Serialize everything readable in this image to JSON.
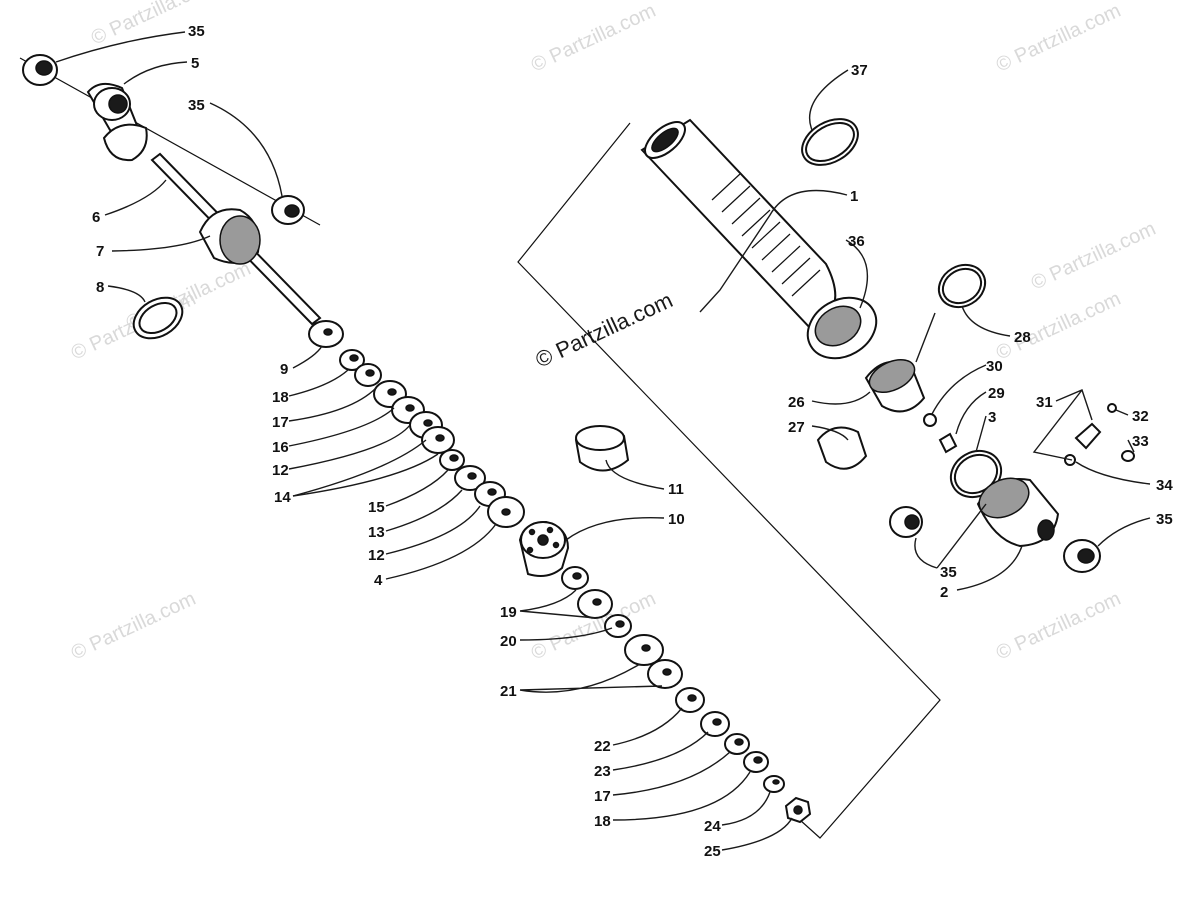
{
  "watermarks": [
    "© Partzilla.com",
    "© Partzilla.com",
    "© Partzilla.com",
    "© Partzilla.com",
    "© Partzilla.com",
    "© Partzilla.com",
    "© Partzilla.com",
    "© Partzilla.com",
    "© Partzilla.com",
    "© Partzilla.com"
  ],
  "center_watermark": "© Partzilla.com",
  "callouts": [
    "35",
    "5",
    "35",
    "6",
    "7",
    "8",
    "9",
    "18",
    "17",
    "16",
    "12",
    "14",
    "15",
    "13",
    "12",
    "4",
    "37",
    "1",
    "36",
    "11",
    "10",
    "28",
    "30",
    "26",
    "29",
    "27",
    "3",
    "31",
    "32",
    "33",
    "34",
    "35",
    "35",
    "2",
    "19",
    "20",
    "21",
    "22",
    "23",
    "17",
    "18",
    "24",
    "25"
  ],
  "colors": {
    "ink": "#111111",
    "watermark": "#d9d9d9",
    "background": "#ffffff"
  }
}
